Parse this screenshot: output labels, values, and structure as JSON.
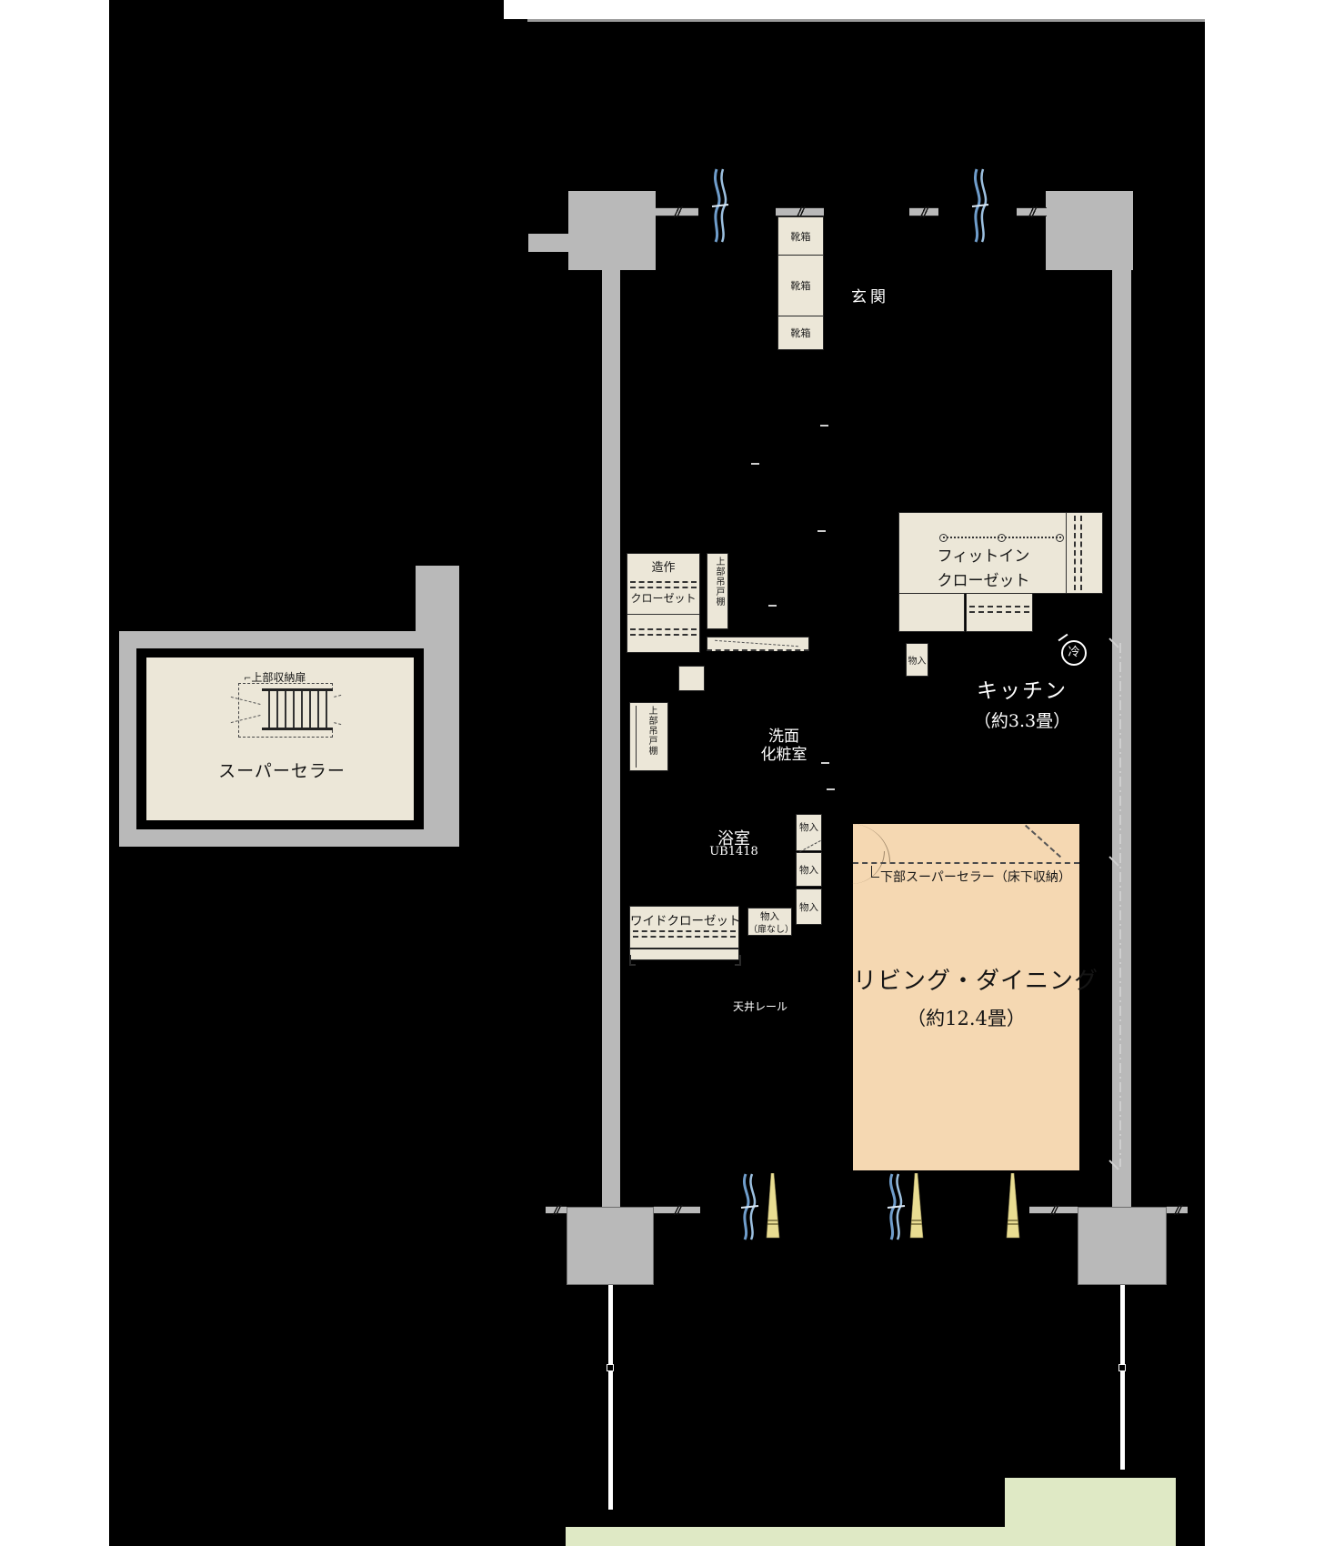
{
  "plan": {
    "entrance": {
      "label": "玄関",
      "shoe_boxes": [
        "靴箱",
        "靴箱",
        "靴箱"
      ]
    },
    "super_cellar": {
      "label": "スーパーセラー",
      "upper_storage_door": "上部収納扉"
    },
    "washroom": {
      "line1": "洗面",
      "line2": "化粧室",
      "custom_closet_line1": "造作",
      "custom_closet_line2": "クローゼット",
      "upper_hanging_shelf": "上部吊戸棚"
    },
    "kitchen": {
      "label": "キッチン",
      "size": "（約3.3畳）",
      "fridge": "冷",
      "fitin_line1": "フィットイン",
      "fitin_line2": "クローゼット",
      "storage": "物入"
    },
    "bath": {
      "label": "浴室",
      "model": "UB1418"
    },
    "hall": {
      "wide_closet": "ワイドクローゼット",
      "storage_no_door_line1": "物入",
      "storage_no_door_line2": "（扉なし）",
      "storage": "物入",
      "ceiling_rail": "天井レール"
    },
    "living": {
      "label": "リビング・ダイニング",
      "size": "（約12.4畳）",
      "under_floor": "下部スーパーセラー（床下収納）"
    }
  },
  "colors": {
    "background": "#000000",
    "wall_gray": "#b9b9b9",
    "fixture_cream": "#ece7d8",
    "living_peach": "#f5d8b2",
    "balcony_green": "#dfe9c5",
    "window_blue": "#6f9dcb",
    "door_yellow": "#e9dd92"
  }
}
